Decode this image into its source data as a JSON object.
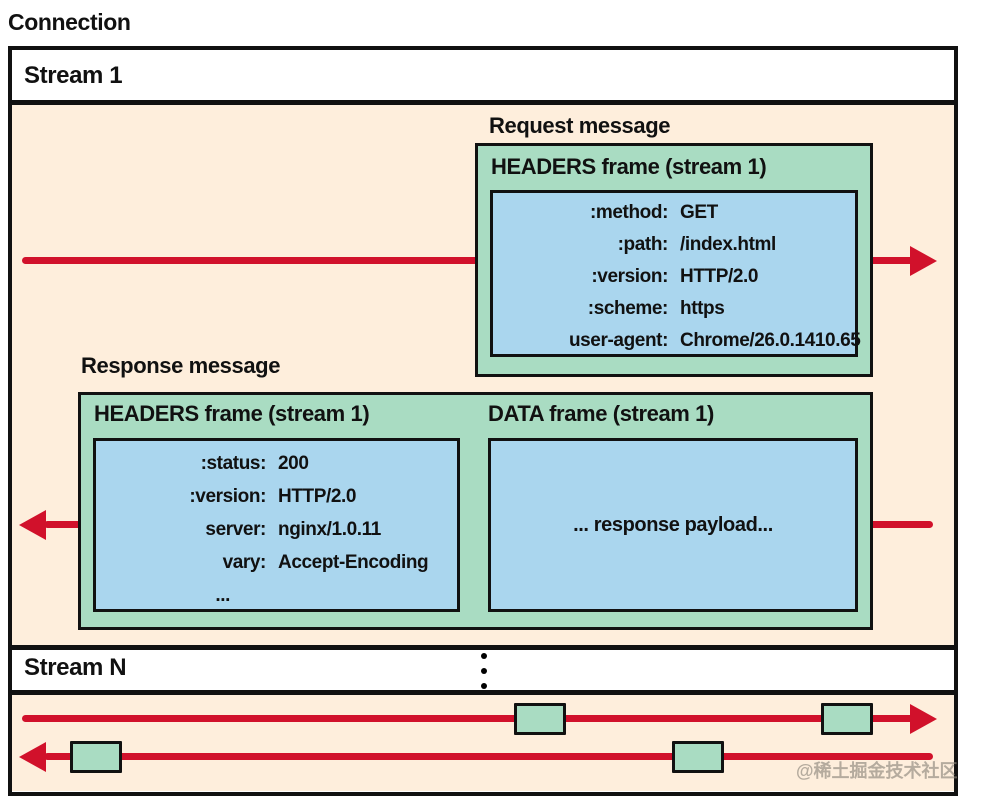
{
  "connection_label": "Connection",
  "streams": {
    "stream1_label": "Stream 1",
    "streamN_label": "Stream N"
  },
  "request": {
    "label": "Request message",
    "frame_title": "HEADERS frame (stream 1)",
    "headers": [
      {
        "key": ":method:",
        "value": "GET"
      },
      {
        "key": ":path:",
        "value": "/index.html"
      },
      {
        "key": ":version:",
        "value": "HTTP/2.0"
      },
      {
        "key": ":scheme:",
        "value": "https"
      },
      {
        "key": "user-agent:",
        "value": "Chrome/26.0.1410.65"
      }
    ]
  },
  "response": {
    "label": "Response message",
    "headers_frame_title": "HEADERS frame (stream 1)",
    "data_frame_title": "DATA frame (stream 1)",
    "headers": [
      {
        "key": ":status:",
        "value": "200"
      },
      {
        "key": ":version:",
        "value": "HTTP/2.0"
      },
      {
        "key": "server:",
        "value": "nginx/1.0.11"
      },
      {
        "key": "vary:",
        "value": "Accept-Encoding"
      }
    ],
    "headers_more": "...",
    "payload": "... response payload..."
  },
  "watermark": "@稀土掘金技术社区",
  "colors": {
    "arrow_red": "#d1112b",
    "frame_green": "#a9dcc2",
    "frame_blue": "#aad6ee",
    "stream_peach": "#feeedc",
    "border_black": "#111111"
  }
}
